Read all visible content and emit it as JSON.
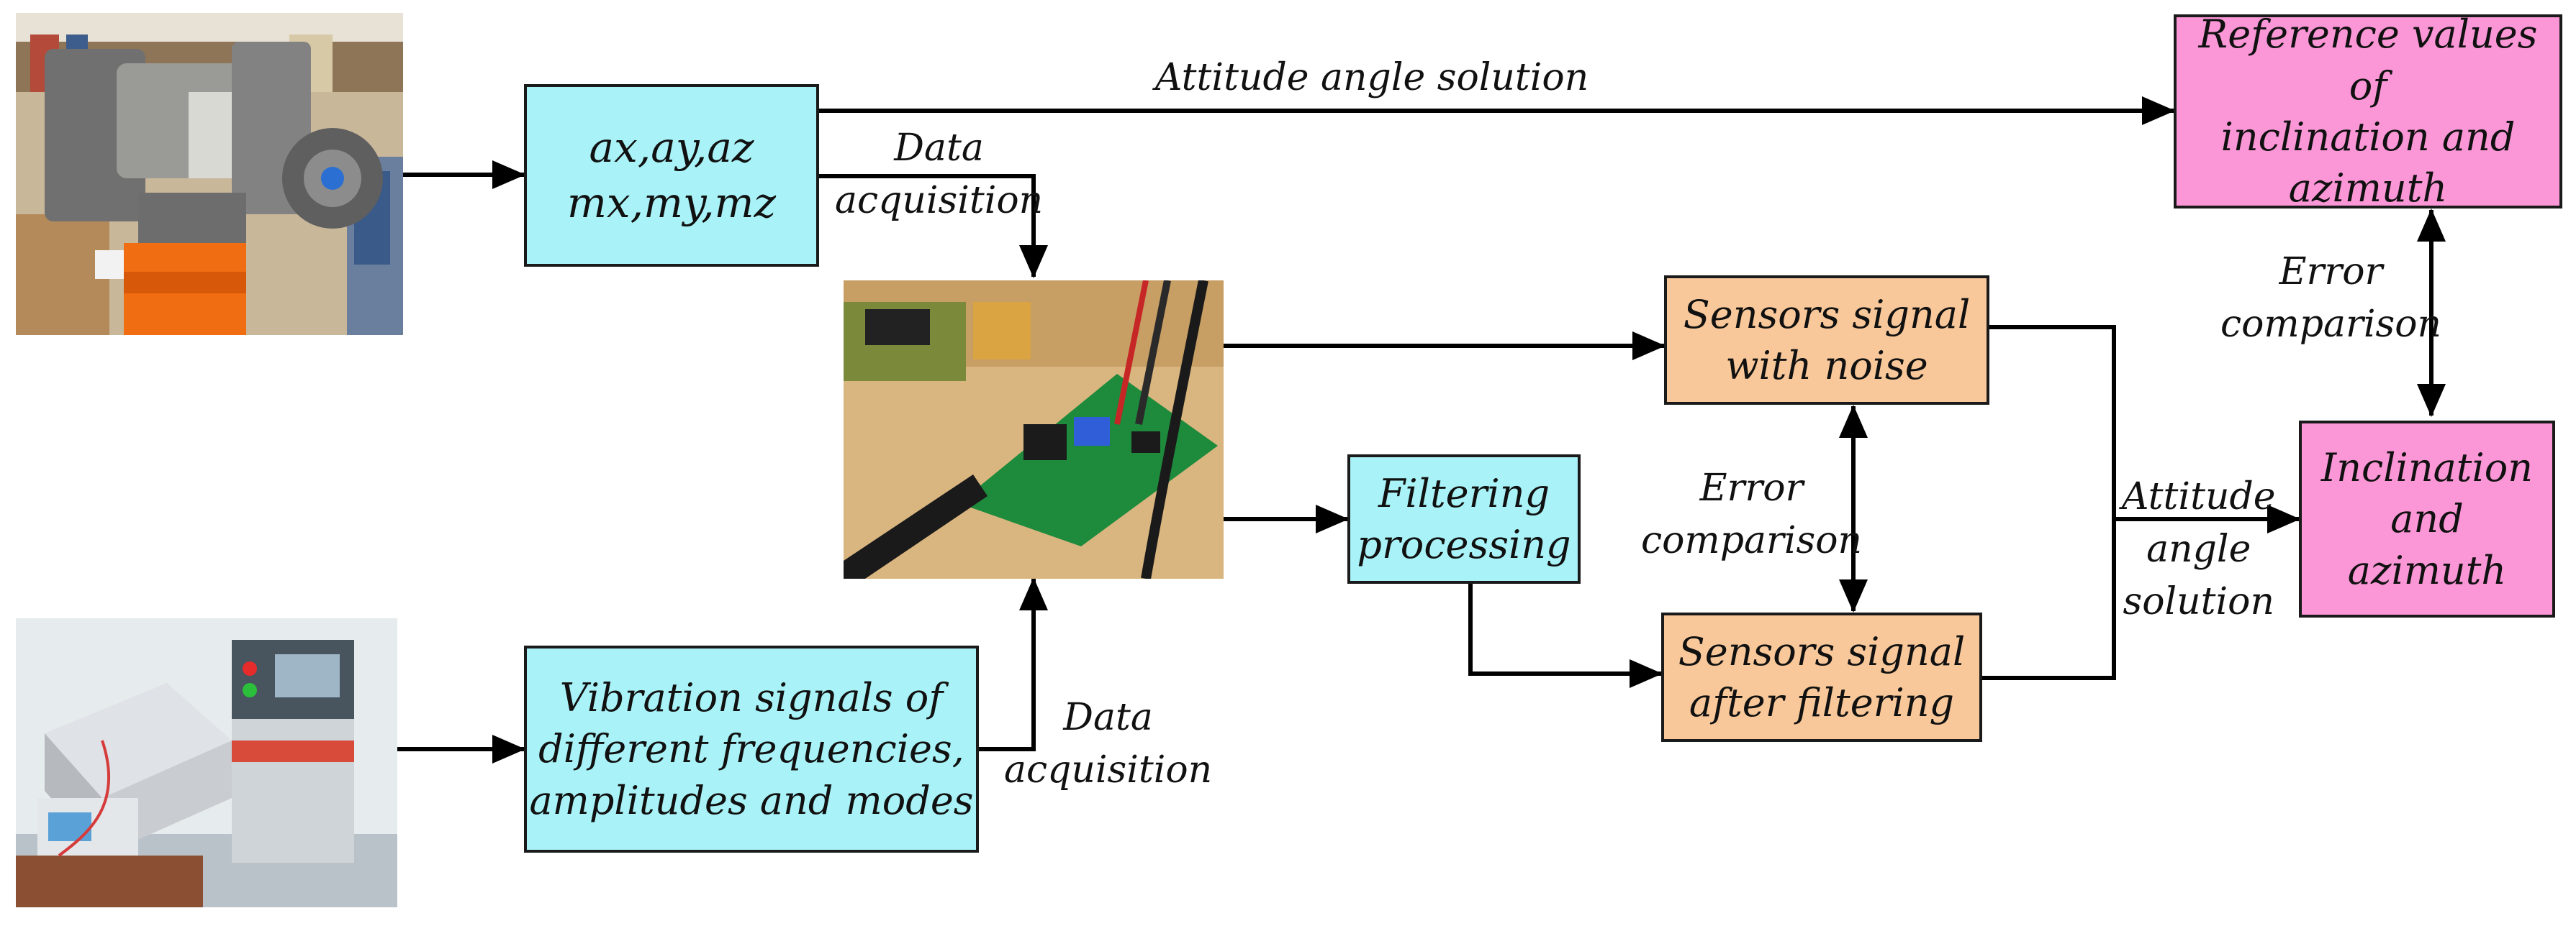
{
  "blocks": {
    "sensor_outputs": {
      "line1": "ax,ay,az",
      "line2": "mx,my,mz"
    },
    "vibration": {
      "line1": "Vibration signals of",
      "line2": "different frequencies,",
      "line3": "amplitudes and modes"
    },
    "filtering": {
      "line1": "Filtering",
      "line2": "processing"
    },
    "noise_signal": {
      "line1": "Sensors signal",
      "line2": "with noise"
    },
    "filtered_signal": {
      "line1": "Sensors signal",
      "line2": "after filtering"
    },
    "reference": {
      "line1": "Reference values of",
      "line2": "inclination and",
      "line3": "azimuth"
    },
    "inclination": {
      "line1": "Inclination",
      "line2": "and",
      "line3": "azimuth"
    }
  },
  "labels": {
    "attitude_top": "Attitude angle solution",
    "data_acq_top": {
      "line1": "Data",
      "line2": "acquisition"
    },
    "data_acq_bottom": {
      "line1": "Data",
      "line2": "acquisition"
    },
    "error_comp_mid": {
      "line1": "Error",
      "line2": "comparison"
    },
    "error_comp_right": {
      "line1": "Error",
      "line2": "comparison"
    },
    "attitude_right": {
      "line1": "Attitude",
      "line2": "angle",
      "line3": "solution"
    }
  },
  "colors": {
    "cyan": "#a9f3f8",
    "orange": "#f9c89a",
    "pink": "#fb97d7",
    "line": "#000000"
  }
}
